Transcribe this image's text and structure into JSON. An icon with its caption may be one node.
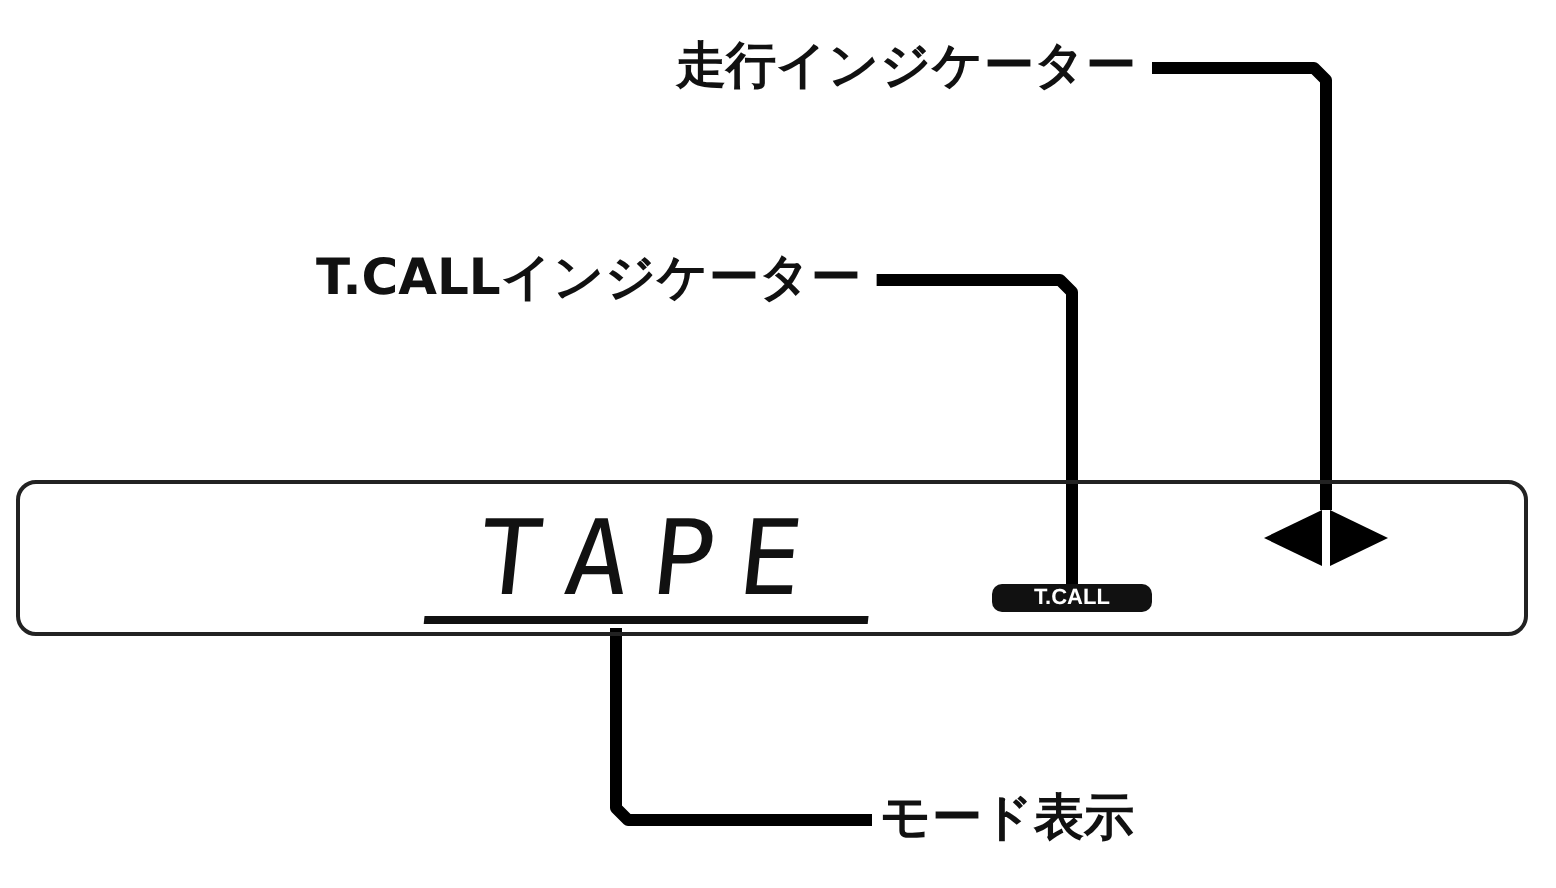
{
  "diagram": {
    "nodes": [
      {
        "text": [
          "走行インジケーター"
        ]
      },
      {
        "text": [
          "T.CALLインジケーター"
        ]
      },
      {
        "text": [],
        "shape": "box"
      },
      {
        "text": [
          "TAPE"
        ],
        "in": 2
      },
      {
        "text": [
          "T.CALL"
        ],
        "in": 2
      },
      {
        "text": [],
        "shape": "triangle",
        "in": 2
      },
      {
        "text": [
          "モード表示"
        ]
      }
    ],
    "edges": [
      {
        "from": 0,
        "to": 5,
        "arrow": "none"
      },
      {
        "from": 1,
        "to": 4,
        "arrow": "none"
      },
      {
        "from": 6,
        "to": 3,
        "arrow": "none"
      }
    ]
  }
}
